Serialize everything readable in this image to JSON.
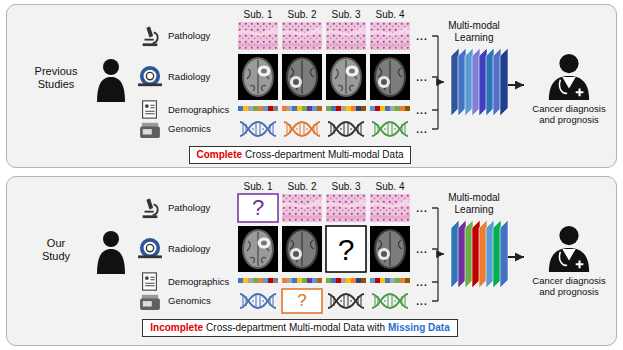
{
  "diagram": {
    "nodes": [
      {
        "text": [
          "Previous Studies"
        ]
      },
      {
        "text": [
          "Multi-modal Learning"
        ],
        "in": 0
      },
      {
        "text": [
          "Cancer diagnosis and prognosis"
        ],
        "in": 0
      },
      {
        "text": [
          "Complete",
          "Cross-department Multi-modal Data"
        ],
        "in": 0
      },
      {
        "text": [
          "Our Study"
        ]
      },
      {
        "text": [
          "Multi-modal Learning"
        ],
        "in": 4
      },
      {
        "text": [
          "Cancer diagnosis and prognosis"
        ],
        "in": 4
      },
      {
        "text": [
          "Incomplete",
          "Cross-department Multi-modal Data with",
          "Missing Data"
        ],
        "in": 4
      }
    ],
    "edges": [
      {
        "from": 1,
        "to": 2,
        "arrow": "to"
      },
      {
        "from": 5,
        "to": 6,
        "arrow": "to"
      }
    ],
    "labels": [
      "Sub. 1",
      "Sub. 2",
      "Sub. 3",
      "Sub. 4",
      "Pathology",
      "...",
      "Radiology",
      "...",
      "Demographics",
      "...",
      "Genomics",
      "...",
      "Sub. 1",
      "Sub. 2",
      "Sub. 3",
      "Sub. 4",
      "Pathology",
      "?",
      "...",
      "Radiology",
      "?",
      "...",
      "Demographics",
      "...",
      "Genomics",
      "?",
      "..."
    ]
  }
}
